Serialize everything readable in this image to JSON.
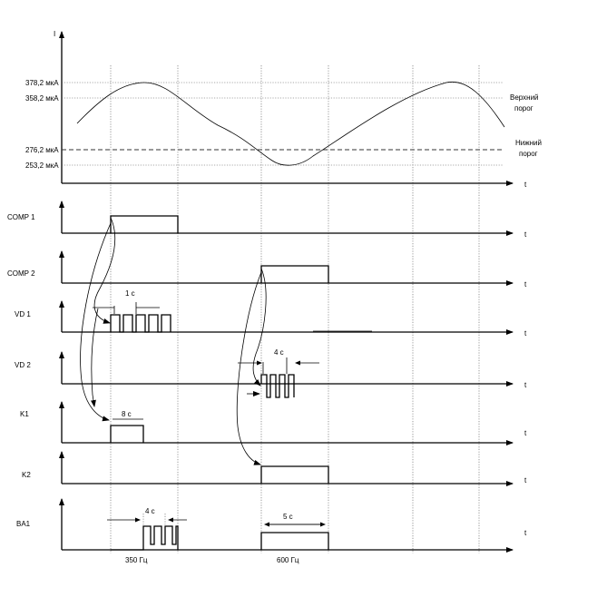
{
  "axis_labels": {
    "current": "I",
    "time": "t"
  },
  "thresholds": {
    "t1": "378,2 мкА",
    "t2": "358,2 мкА",
    "t3": "276,2 мкА",
    "t4": "253,2 мкА"
  },
  "legend": {
    "upper_1": "Верхний",
    "upper_2": "порог",
    "lower_1": "Нижний",
    "lower_2": "порог"
  },
  "channels": {
    "comp1": "COMP 1",
    "comp2": "COMP 2",
    "vd1": "VD 1",
    "vd2": "VD 2",
    "k1": "K1",
    "k2": "K2",
    "ba1": "BA1"
  },
  "annotations": {
    "vd1_period": "1 c",
    "vd2_period": "4 c",
    "k1_duration": "8 c",
    "ba1_period": "4 c",
    "ba1_duration": "5 c",
    "freq1": "350 Гц",
    "freq2": "600 Гц"
  }
}
